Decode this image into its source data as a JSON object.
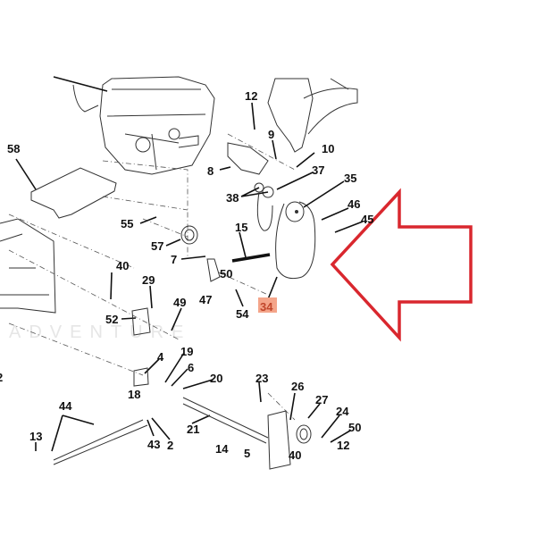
{
  "diagram": {
    "watermark": "ADVENTURE",
    "highlighted_part": "34",
    "arrow_color": "#d9272e",
    "highlight_color": "#f4a58a",
    "labels": [
      "12",
      "9",
      "10",
      "37",
      "35",
      "8",
      "38",
      "58",
      "46",
      "45",
      "55",
      "15",
      "57",
      "7",
      "40",
      "29",
      "50",
      "47",
      "49",
      "54",
      "34",
      "52",
      "4",
      "19",
      "6",
      "18",
      "20",
      "23",
      "26",
      "27",
      "24",
      "50",
      "44",
      "13",
      "43",
      "21",
      "2",
      "14",
      "5",
      "40",
      "12",
      "2"
    ]
  }
}
